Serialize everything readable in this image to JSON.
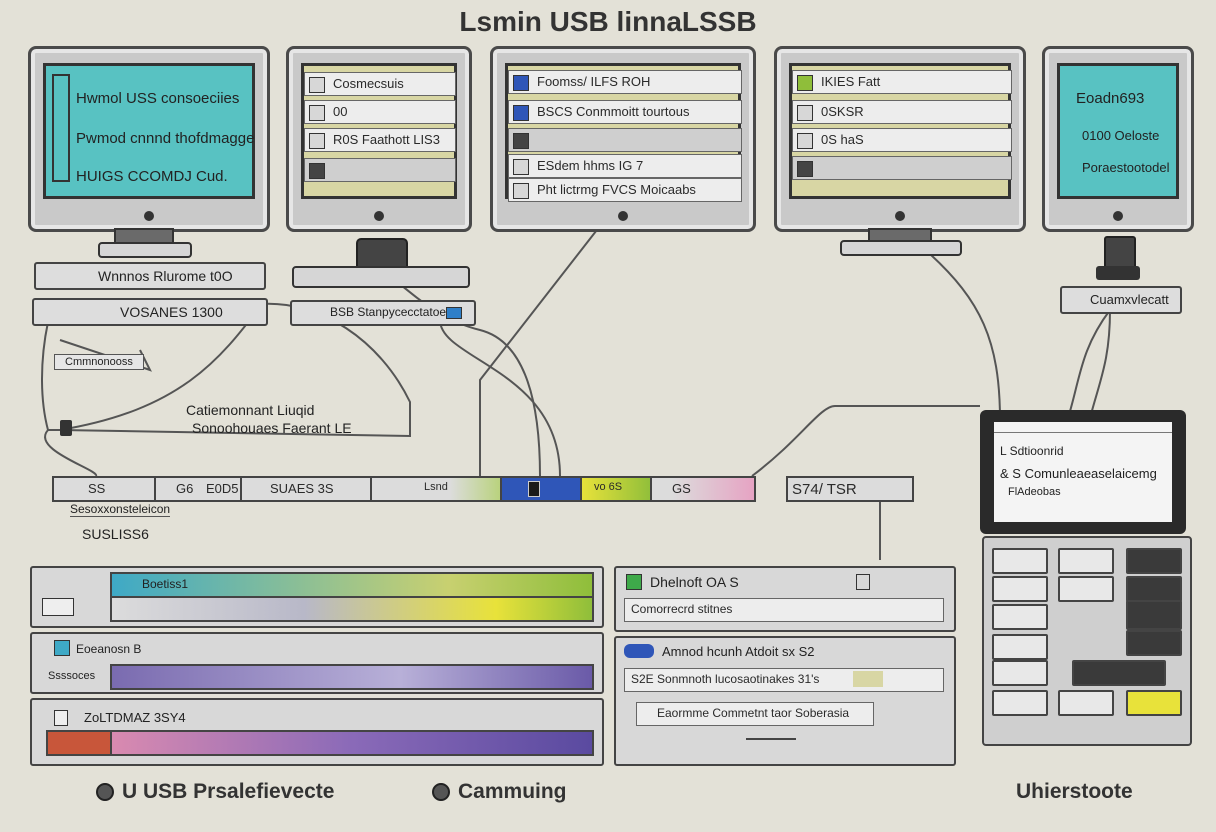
{
  "title": "Lsmin USB linnaLSSB",
  "monitors": [
    {
      "lines": [
        "Hwmol USS consoeciies",
        "Pwmod cnnnd thofdmagge",
        "HUIGS CCOMDJ Cud."
      ]
    },
    {
      "rows": [
        "Cosmecsuis",
        "00",
        "R0S Faathott LIS3"
      ]
    },
    {
      "rows": [
        "Foomss/ ILFS ROH",
        "BSCS Conmmoitt tourtous",
        "ESdem hhms IG 7",
        "Pht lictrmg FVCS Moicaabs"
      ]
    },
    {
      "rows": [
        "IKIES Fatt",
        "0SKSR",
        "0S haS"
      ]
    },
    {
      "lines": [
        "Eoadn693",
        "0100 Oeloste",
        "Poraestootodel"
      ]
    }
  ],
  "left_box_1": "Wnnnos Rlurome t0O",
  "left_box_2": "VOSANES 1300",
  "mid_box": "BSB Stanpycecctatoe",
  "right_box": "Cuamxvlecatt",
  "small_label": "Cmmnonooss",
  "center_text_1": "Catiemonnant Liuqid",
  "center_text_2": "Sonoohouaes Faerant LE",
  "bus": [
    "SS",
    "G6",
    "E0D5 I",
    "SUAES 3S",
    "Lsnd",
    "",
    "vo 6S",
    "GS",
    "S74/ TSR"
  ],
  "bus_sub_1": "Sesoxxonsteleicon",
  "bus_sub_2": "SUSLISS6",
  "tablet": {
    "title": "",
    "line1": "L Sdtioonrid",
    "line2": "& S Comunleaeaselaicemg",
    "line3": "FlAdeobas"
  },
  "panels_left": [
    {
      "label": "Boetiss1",
      "sub": ""
    },
    {
      "label": "Eoeanosn B",
      "sub": "Ssssoces"
    },
    {
      "label": "ZoLTDMAZ 3SY4",
      "sub": ""
    }
  ],
  "panels_mid": {
    "title": "Dhelnoft OA S",
    "row1": "Comorrecrd stitnes",
    "title2": "Amnod hcunh Atdoit sx S2",
    "row2": "S2E Sonmnoth lucosaotinakes 31's",
    "row3": "Eaormme Commetnt taor Soberasia"
  },
  "legend": [
    "U USB Prsalefievecte",
    "Cammuing",
    "Uhierstoote"
  ],
  "colors": {
    "screen_teal": "#58c2c2",
    "screen_olive": "#d8d6a4",
    "accent_blue": "#2f56b8",
    "accent_green": "#8fbe3a"
  }
}
